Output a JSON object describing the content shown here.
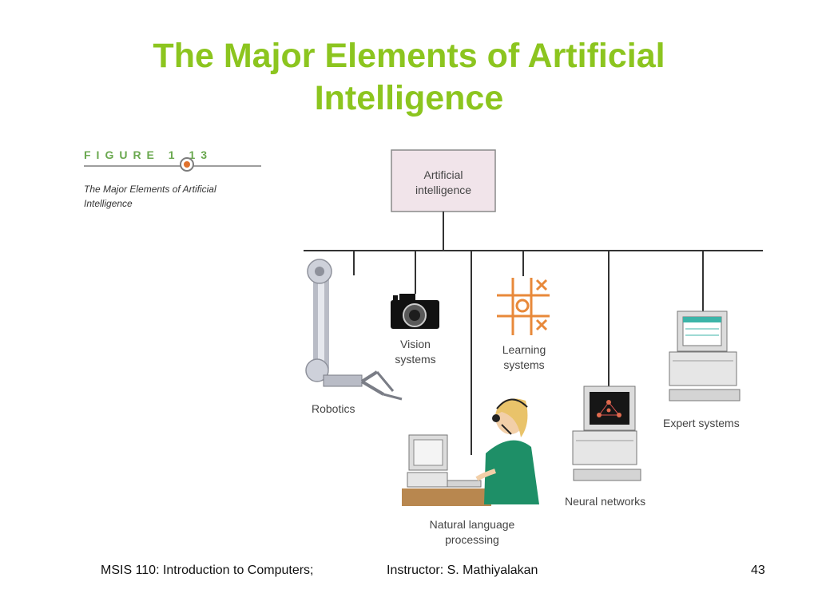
{
  "slide": {
    "title_line1": "The Major Elements of Artificial",
    "title_line2": "Intelligence"
  },
  "figure": {
    "label": "FIGURE 1 13",
    "description": "The Major Elements of Artificial Intelligence"
  },
  "diagram": {
    "root": "Artificial intelligence",
    "root_line1": "Artificial",
    "root_line2": "intelligence",
    "branches": {
      "robotics": "Robotics",
      "vision_line1": "Vision",
      "vision_line2": "systems",
      "nlp_line1": "Natural language",
      "nlp_line2": "processing",
      "learning_line1": "Learning",
      "learning_line2": "systems",
      "neural": "Neural networks",
      "expert": "Expert systems"
    }
  },
  "footer": {
    "course": "MSIS 110: Introduction to Computers;",
    "instructor": "Instructor: S. Mathiyalakan",
    "page_number": "43"
  },
  "colors": {
    "title": "#8cc51f",
    "root_box_fill": "#f1e4ea",
    "learning_icon": "#e8893a",
    "figure_dot": "#e0722d"
  }
}
